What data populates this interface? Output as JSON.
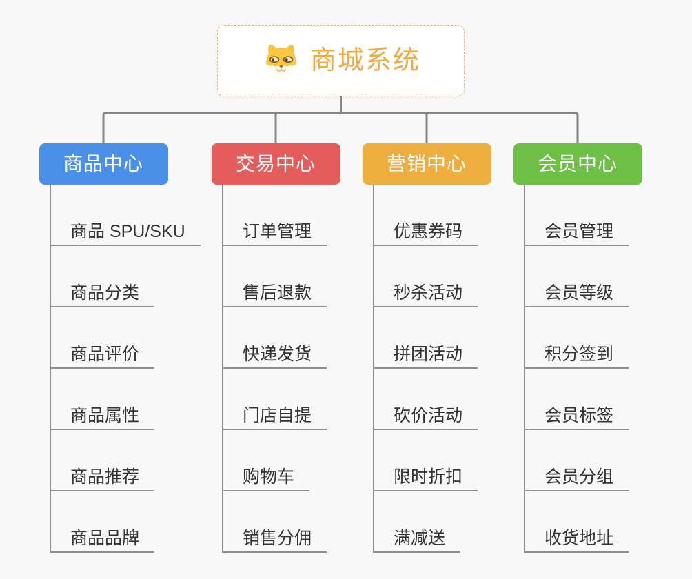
{
  "root": {
    "title": "商城系统",
    "icon": "dog-icon"
  },
  "branches": [
    {
      "label": "商品中心",
      "color": "#4B90E8",
      "items": [
        "商品 SPU/SKU",
        "商品分类",
        "商品评价",
        "商品属性",
        "商品推荐",
        "商品品牌"
      ]
    },
    {
      "label": "交易中心",
      "color": "#E45C5C",
      "items": [
        "订单管理",
        "售后退款",
        "快递发货",
        "门店自提",
        "购物车",
        "销售分佣"
      ]
    },
    {
      "label": "营销中心",
      "color": "#EEAD3F",
      "items": [
        "优惠券码",
        "秒杀活动",
        "拼团活动",
        "砍价活动",
        "限时折扣",
        "满减送"
      ]
    },
    {
      "label": "会员中心",
      "color": "#6EBF45",
      "items": [
        "会员管理",
        "会员等级",
        "积分签到",
        "会员标签",
        "会员分组",
        "收货地址"
      ]
    }
  ],
  "colors": {
    "page-bg": "#f8f8f8",
    "connector": "#858585",
    "leaf-line": "#8f8f8f",
    "leaf-text": "#333333",
    "root-border": "#f0b46a",
    "root-text": "#f2a93f",
    "node-text": "#ffffff"
  }
}
